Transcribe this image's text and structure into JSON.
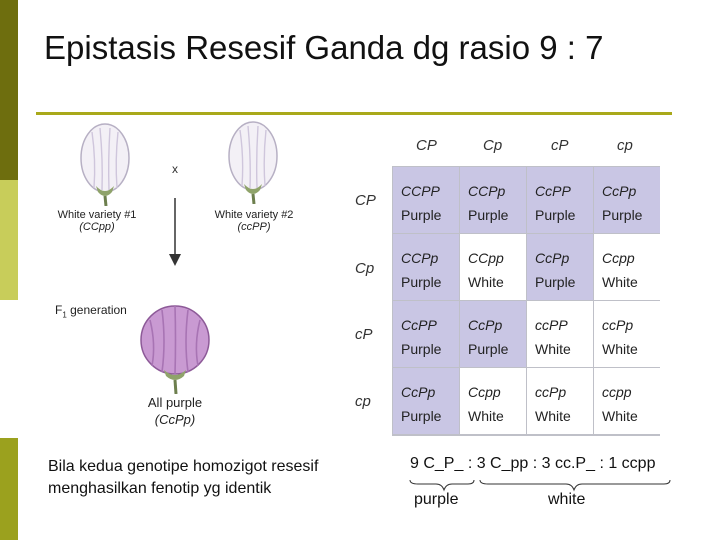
{
  "slide": {
    "title": "Epistasis Resesif Ganda dg rasio 9 : 7",
    "caption_left": "Bila kedua genotipe homozigot resesif menghasilkan fenotip yg identik",
    "ratio_text": "9 C_P_ : 3 C_pp : 3 cc.P_ : 1 ccpp",
    "ratio_purple": "purple",
    "ratio_white": "white"
  },
  "cross": {
    "x_symbol": "x",
    "parent1_name": "White variety #1",
    "parent1_genotype": "(CCpp)",
    "parent2_name": "White variety #2",
    "parent2_genotype": "(ccPP)",
    "f1_label": "F",
    "f1_sub": "1",
    "f1_rest": " generation",
    "f1_caption_line1": "All purple",
    "f1_caption_line2": "(CcPp)"
  },
  "punnett": {
    "col_headers": [
      "CP",
      "Cp",
      "cP",
      "cp"
    ],
    "row_headers": [
      "CP",
      "Cp",
      "cP",
      "cp"
    ],
    "rows": [
      [
        {
          "g": "CCPP",
          "p": "Purple"
        },
        {
          "g": "CCPp",
          "p": "Purple"
        },
        {
          "g": "CcPP",
          "p": "Purple"
        },
        {
          "g": "CcPp",
          "p": "Purple"
        }
      ],
      [
        {
          "g": "CCPp",
          "p": "Purple"
        },
        {
          "g": "CCpp",
          "p": "White"
        },
        {
          "g": "CcPp",
          "p": "Purple"
        },
        {
          "g": "Ccpp",
          "p": "White"
        }
      ],
      [
        {
          "g": "CcPP",
          "p": "Purple"
        },
        {
          "g": "CcPp",
          "p": "Purple"
        },
        {
          "g": "ccPP",
          "p": "White"
        },
        {
          "g": "ccPp",
          "p": "White"
        }
      ],
      [
        {
          "g": "CcPp",
          "p": "Purple"
        },
        {
          "g": "Ccpp",
          "p": "White"
        },
        {
          "g": "ccPp",
          "p": "White"
        },
        {
          "g": "ccpp",
          "p": "White"
        }
      ]
    ]
  },
  "colors": {
    "purple_cell": "#c9c6e4",
    "white_cell": "#ffffff",
    "accent_bar": "#6e6e0e",
    "title_rule": "#a9a91a"
  }
}
